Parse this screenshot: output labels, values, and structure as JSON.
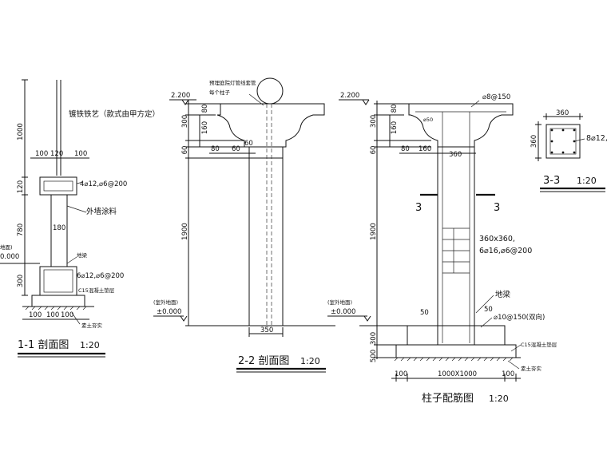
{
  "section_1_1": {
    "title": "1-1 剖面图",
    "scale": "1:20",
    "dims_vertical": [
      "1000",
      "120",
      "780",
      "300"
    ],
    "dims_top": [
      "100",
      "120",
      "100"
    ],
    "dims_bottom": [
      "100",
      "100",
      "100"
    ],
    "annotations": {
      "railing": "镀铁铁艺（款式由甲方定）",
      "beam_rebar": "4⌀12,⌀6@200",
      "wall_paint": "外墙涂料",
      "wall_width": "180",
      "ground_beam": "地梁",
      "footing_rebar": "6⌀12,⌀6@200",
      "cushion": "C15混凝土垫层",
      "soil": "素土夯实",
      "ground_label": "地面)",
      "elevation": "0.000"
    }
  },
  "section_2_2": {
    "title": "2-2 剖面图",
    "scale": "1:20",
    "elevation_top": "2.200",
    "elevation_ground": "±0.000",
    "ground_label": "(室外地面)",
    "dims_vertical": [
      "80",
      "300",
      "160",
      "60",
      "1900"
    ],
    "dims_cap": [
      "80",
      "60",
      "60"
    ],
    "dim_bottom": "350",
    "lamp_note_line1": "预埋庭院灯管线套管",
    "lamp_note_line2": "每个柱子"
  },
  "column_detail": {
    "title": "柱子配筋图",
    "scale": "1:20",
    "elevation_top": "2.200",
    "elevation_ground": "±0.000",
    "ground_label": "(室外地面)",
    "dims_vertical": [
      "80",
      "300",
      "160",
      "60",
      "1900",
      "300",
      "500"
    ],
    "dims_cap": [
      "⌀8@150",
      "⌀50",
      "80",
      "160",
      "360"
    ],
    "section_marks": [
      "3",
      "3"
    ],
    "column_rebar_line1": "360x360,",
    "column_rebar_line2": "6⌀16,⌀6@200",
    "ground_beam": "地梁",
    "footing_rebar": "⌀10@150(双向)",
    "cushion": "C15混凝土垫层",
    "soil": "素土夯实",
    "dims_small": [
      "50",
      "50"
    ],
    "dims_bottom": [
      "100",
      "1000X1000",
      "100"
    ]
  },
  "section_3_3": {
    "title": "3-3",
    "scale": "1:20",
    "width": "360",
    "height": "360",
    "rebar": "8⌀12,"
  }
}
